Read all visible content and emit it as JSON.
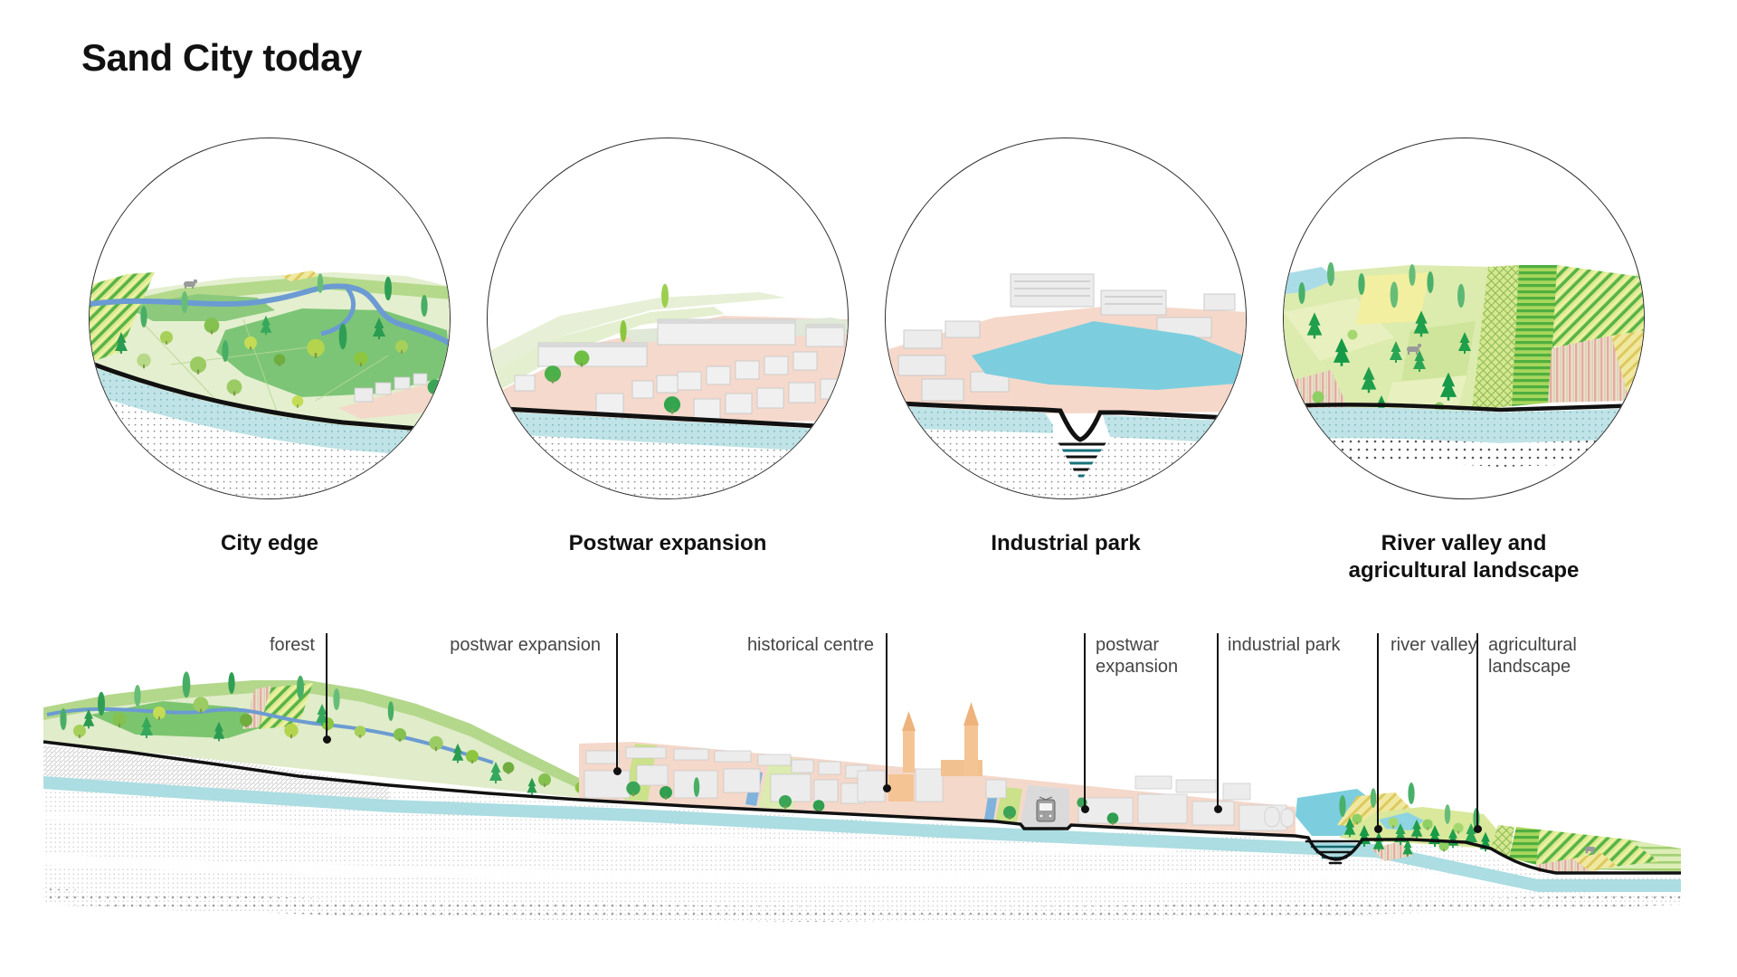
{
  "title": "Sand City today",
  "panels": [
    {
      "caption": "City edge"
    },
    {
      "caption": "Postwar expansion"
    },
    {
      "caption": "Industrial park"
    },
    {
      "caption": "River valley and\nagricultural landscape"
    }
  ],
  "section": {
    "labels": [
      {
        "text": "forest"
      },
      {
        "text": "postwar expansion"
      },
      {
        "text": "historical centre"
      },
      {
        "text": "postwar\nexpansion"
      },
      {
        "text": "industrial park"
      },
      {
        "text": "river valley"
      },
      {
        "text": "agricultural\nlandscape"
      }
    ]
  },
  "colors": {
    "water": "#7ccede",
    "river": "#6b9bd2",
    "aquifer_teal": "#b9e2e4",
    "ground_pink": "#f4d7c9",
    "building_gray": "#ededed",
    "historic_orange": "#f4c494",
    "meadow_green": "#7cc576",
    "field_light": "#e3edcd",
    "stripe_green": "#57b34a",
    "label_gray": "#454545",
    "line_black": "#111111"
  }
}
